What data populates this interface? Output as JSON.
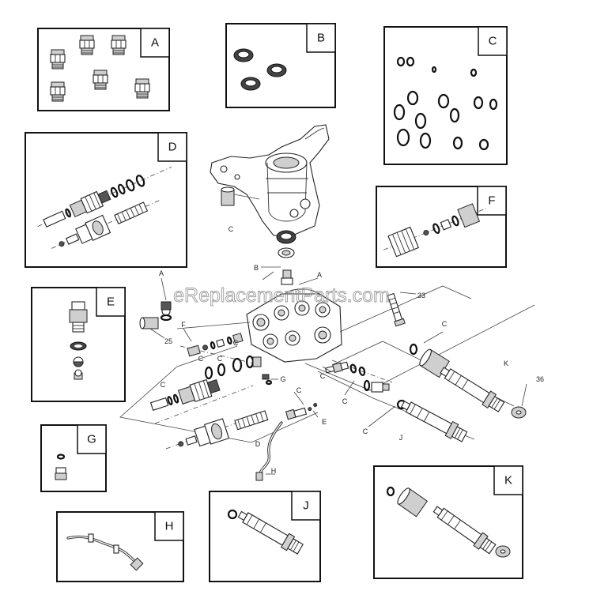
{
  "watermark": "eReplacementParts.com",
  "kits": [
    {
      "id": "A",
      "label": "A"
    },
    {
      "id": "B",
      "label": "B"
    },
    {
      "id": "C",
      "label": "C"
    },
    {
      "id": "D",
      "label": "D"
    },
    {
      "id": "E",
      "label": "E"
    },
    {
      "id": "F",
      "label": "F"
    },
    {
      "id": "G",
      "label": "G"
    },
    {
      "id": "H",
      "label": "H"
    },
    {
      "id": "J",
      "label": "J"
    },
    {
      "id": "K",
      "label": "K"
    }
  ],
  "callouts": {
    "c_manifold": "C",
    "b_center": "B",
    "a_center": "A",
    "a_left": "A",
    "num_33": "33",
    "f_left": "F",
    "num_25": "25",
    "c_1": "C",
    "c_2": "C",
    "c_3": "C",
    "c_4": "C",
    "c_5": "C",
    "c_6": "C",
    "c_7": "C",
    "c_8": "C",
    "c_9": "C",
    "g_center": "G",
    "e_center": "E",
    "d_center": "D",
    "h_center": "H",
    "j_center": "J",
    "k_center": "K",
    "num_36": "36"
  }
}
